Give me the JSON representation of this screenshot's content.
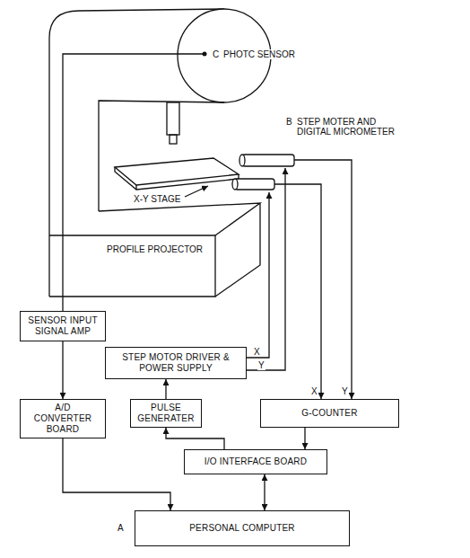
{
  "diagram": {
    "nodes": [
      {
        "text": [
          "SENSOR INPUT SIGNAL AMP"
        ]
      },
      {
        "text": [
          "STEP MOTOR DRIVER & POWER SUPPLY"
        ]
      },
      {
        "text": [
          "A/D CONVERTER BOARD"
        ]
      },
      {
        "text": [
          "PULSE GENERATER"
        ]
      },
      {
        "text": [
          "G-COUNTER"
        ]
      },
      {
        "text": [
          "I/O INTERFACE BOARD"
        ]
      },
      {
        "text": [
          "PERSONAL COMPUTER"
        ]
      }
    ],
    "edges": [
      {
        "from": 0,
        "to": 2,
        "arrow": "to"
      },
      {
        "from": 3,
        "to": 1,
        "arrow": "to"
      },
      {
        "from": 5,
        "to": 3,
        "arrow": "to"
      },
      {
        "from": 4,
        "to": 5,
        "arrow": "to"
      },
      {
        "from": 2,
        "to": 6,
        "arrow": "to"
      },
      {
        "from": 5,
        "to": 6,
        "arrow": "both"
      }
    ],
    "labels": [
      "C",
      "PHOTC SENSOR",
      "B",
      "STEP MOTER AND DIGITAL MICROMETER",
      "X-Y STAGE",
      "PROFILE PROJECTOR",
      "X",
      "Y",
      "X",
      "Y",
      "A"
    ]
  }
}
